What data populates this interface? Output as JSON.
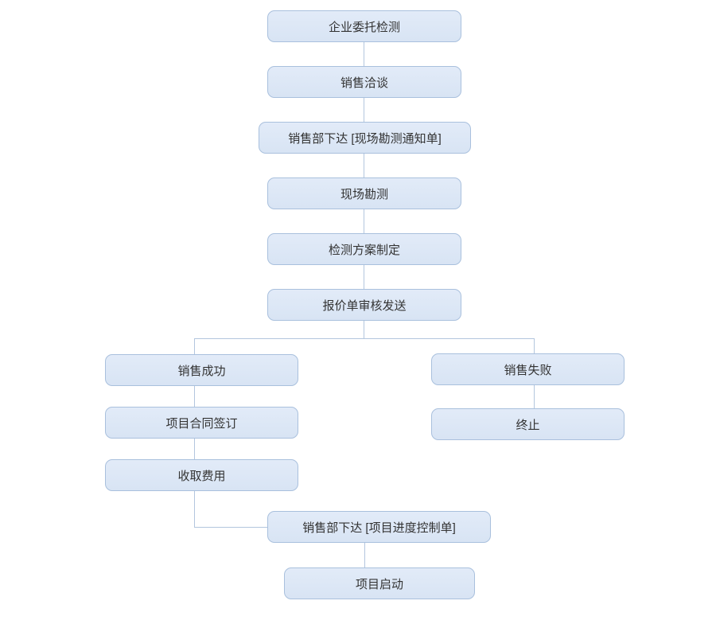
{
  "diagram": {
    "type": "flowchart",
    "nodes": [
      {
        "id": "n1",
        "label": "企业委托检测"
      },
      {
        "id": "n2",
        "label": "销售洽谈"
      },
      {
        "id": "n3",
        "label": "销售部下达 [现场勘测通知单]"
      },
      {
        "id": "n4",
        "label": "现场勘测"
      },
      {
        "id": "n5",
        "label": "检测方案制定"
      },
      {
        "id": "n6",
        "label": "报价单审核发送"
      },
      {
        "id": "n7",
        "label": "销售成功"
      },
      {
        "id": "n8",
        "label": "销售失败"
      },
      {
        "id": "n9",
        "label": "项目合同签订"
      },
      {
        "id": "n10",
        "label": "终止"
      },
      {
        "id": "n11",
        "label": "收取费用"
      },
      {
        "id": "n12",
        "label": "销售部下达 [项目进度控制单]"
      },
      {
        "id": "n13",
        "label": "项目启动"
      }
    ],
    "edges": [
      [
        "n1",
        "n2"
      ],
      [
        "n2",
        "n3"
      ],
      [
        "n3",
        "n4"
      ],
      [
        "n4",
        "n5"
      ],
      [
        "n5",
        "n6"
      ],
      [
        "n6",
        "n7"
      ],
      [
        "n6",
        "n8"
      ],
      [
        "n7",
        "n9"
      ],
      [
        "n9",
        "n11"
      ],
      [
        "n8",
        "n10"
      ],
      [
        "n11",
        "n12"
      ],
      [
        "n12",
        "n13"
      ]
    ]
  },
  "colors": {
    "node_fill_top": "#e2ebf8",
    "node_fill_bottom": "#d8e4f4",
    "node_border": "#a9c0dd",
    "connector": "#b3c6de",
    "text": "#333333"
  }
}
